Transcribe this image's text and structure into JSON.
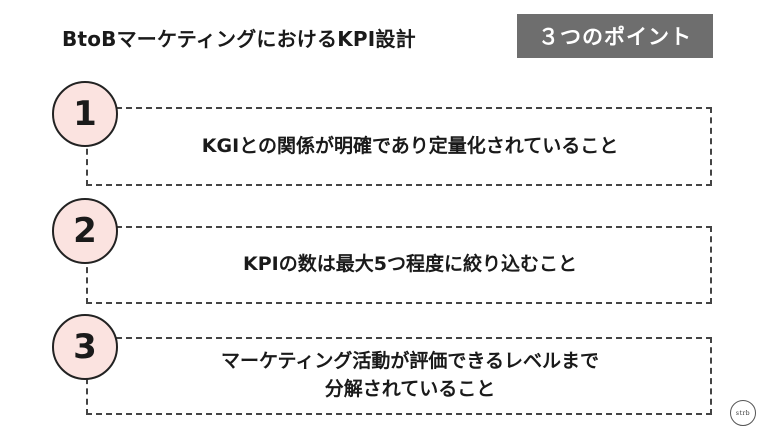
{
  "header": {
    "title": "BtoBマーケティングにおけるKPI設計",
    "badge": "３つのポイント"
  },
  "points": [
    {
      "number": "1",
      "text": "KGIとの関係が明確であり定量化されていること"
    },
    {
      "number": "2",
      "text": "KPIの数は最大5つ程度に絞り込むこと"
    },
    {
      "number": "3",
      "text": "マーケティング活動が評価できるレベルまで\n分解されていること"
    }
  ],
  "logo": {
    "text": "strb"
  }
}
